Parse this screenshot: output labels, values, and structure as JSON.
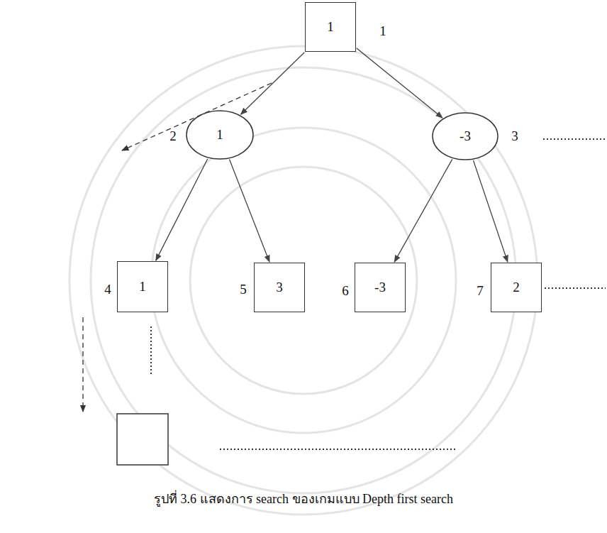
{
  "diagram": {
    "caption": "รูปที่ 3.6 แสดงการ search ของเกมแบบ Depth first search",
    "nodes": [
      {
        "text": [
          "1"
        ]
      },
      {
        "text": [
          "1"
        ]
      },
      {
        "text": [
          "-3"
        ]
      },
      {
        "text": [
          "1"
        ]
      },
      {
        "text": [
          "3"
        ]
      },
      {
        "text": [
          "-3"
        ]
      },
      {
        "text": [
          "2"
        ]
      }
    ],
    "edges": [
      {
        "from": 0,
        "to": 1,
        "arrow": "to"
      },
      {
        "from": 0,
        "to": 2,
        "arrow": "to"
      },
      {
        "from": 1,
        "to": 3,
        "arrow": "to"
      },
      {
        "from": 1,
        "to": 4,
        "arrow": "to"
      },
      {
        "from": 2,
        "to": 5,
        "arrow": "to"
      },
      {
        "from": 2,
        "to": 6,
        "arrow": "to"
      }
    ],
    "labels": [
      "1",
      "2",
      "3",
      "4",
      "5",
      "6",
      "7"
    ]
  }
}
